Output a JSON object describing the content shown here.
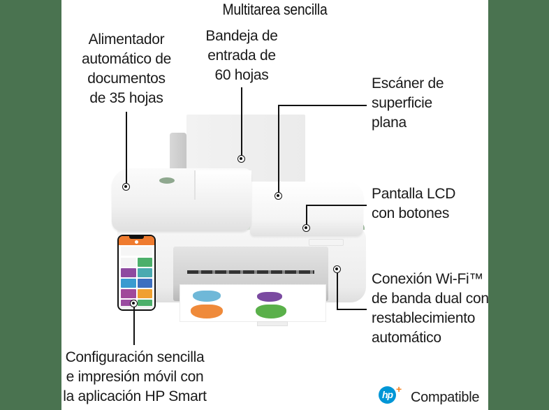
{
  "title": "Multitarea sencilla",
  "colors": {
    "side_bars": "#4a7350",
    "background": "#ffffff",
    "text": "#1a1a1a",
    "callout_line": "#111111",
    "hp_blue": "#0096d6",
    "hp_plus_orange": "#f58220",
    "app_header_orange": "#ef7b2f"
  },
  "callouts": {
    "adf": {
      "lines": [
        "Alimentador",
        "automático de",
        "documentos",
        "de 35 hojas"
      ]
    },
    "input_tray": {
      "lines": [
        "Bandeja de",
        "entrada de",
        "60 hojas"
      ]
    },
    "scanner": {
      "lines": [
        "Escáner de",
        "superficie",
        "plana"
      ]
    },
    "lcd": {
      "lines": [
        "Pantalla LCD",
        "con botones"
      ]
    },
    "wifi": {
      "lines": [
        "Conexión Wi-Fi™",
        "de banda dual con",
        "restablecimiento",
        "automático"
      ]
    },
    "mobile": {
      "lines": [
        "Configuración sencilla",
        "e impresión móvil con",
        "la aplicación HP Smart"
      ]
    }
  },
  "badge": {
    "logo_text": "hp",
    "plus": "+",
    "label": "Compatible"
  },
  "phone_app": {
    "tiles": [
      {
        "color": "#f4f4f4"
      },
      {
        "color": "#4caf6a"
      },
      {
        "color": "#8e4aa0"
      },
      {
        "color": "#4aaab0"
      },
      {
        "color": "#3a9bd0"
      },
      {
        "color": "#3d6fc0"
      },
      {
        "color": "#a04a9a"
      },
      {
        "color": "#f0a030"
      },
      {
        "color": "#9a4aa0"
      },
      {
        "color": "#4caf6a"
      }
    ]
  }
}
